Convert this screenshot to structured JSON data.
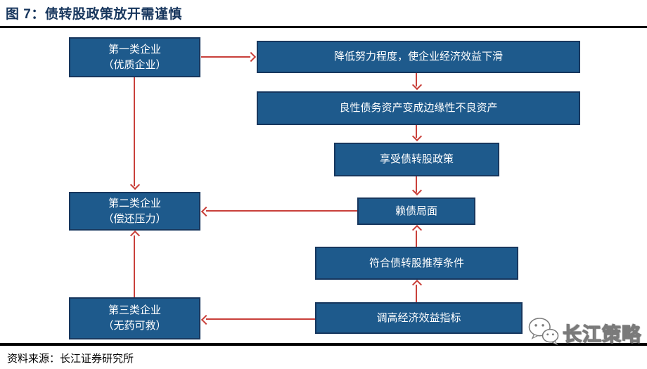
{
  "figure": {
    "title": "图 7：债转股政策放开需谨慎",
    "source": "资料来源：长江证券研究所"
  },
  "watermark": {
    "label": "长江策略",
    "icon": "wechat-icon"
  },
  "diagram": {
    "type": "flowchart",
    "nodes": {
      "tier1": {
        "line1": "第一类企业",
        "line2": "（优质企业）"
      },
      "tier2": {
        "line1": "第二类企业",
        "line2": "（偿还压力）"
      },
      "tier3": {
        "line1": "第三类企业",
        "line2": "（无药可救）"
      },
      "lower_effort": "降低努力程度，使企业经济效益下滑",
      "benign_assets": "良性债务资产变成边缘性不良资产",
      "enjoy_policy": "享受债转股政策",
      "debt_evasion": "赖债局面",
      "meet_conditions": "符合债转股推荐条件",
      "raise_indicators": "调高经济效益指标"
    },
    "edges": [
      {
        "from": "tier1",
        "to": "lower_effort"
      },
      {
        "from": "tier1",
        "to": "tier2"
      },
      {
        "from": "lower_effort",
        "to": "benign_assets"
      },
      {
        "from": "benign_assets",
        "to": "enjoy_policy"
      },
      {
        "from": "enjoy_policy",
        "to": "debt_evasion"
      },
      {
        "from": "debt_evasion",
        "to": "tier2"
      },
      {
        "from": "meet_conditions",
        "to": "debt_evasion"
      },
      {
        "from": "raise_indicators",
        "to": "meet_conditions"
      },
      {
        "from": "raise_indicators",
        "to": "tier3"
      },
      {
        "from": "tier3",
        "to": "tier2"
      }
    ],
    "colors": {
      "node_fill": "#1E5A8C",
      "node_border": "#17375E",
      "arrow": "#C9403A",
      "title": "#17365D",
      "node_text": "#FFFFFF"
    }
  }
}
